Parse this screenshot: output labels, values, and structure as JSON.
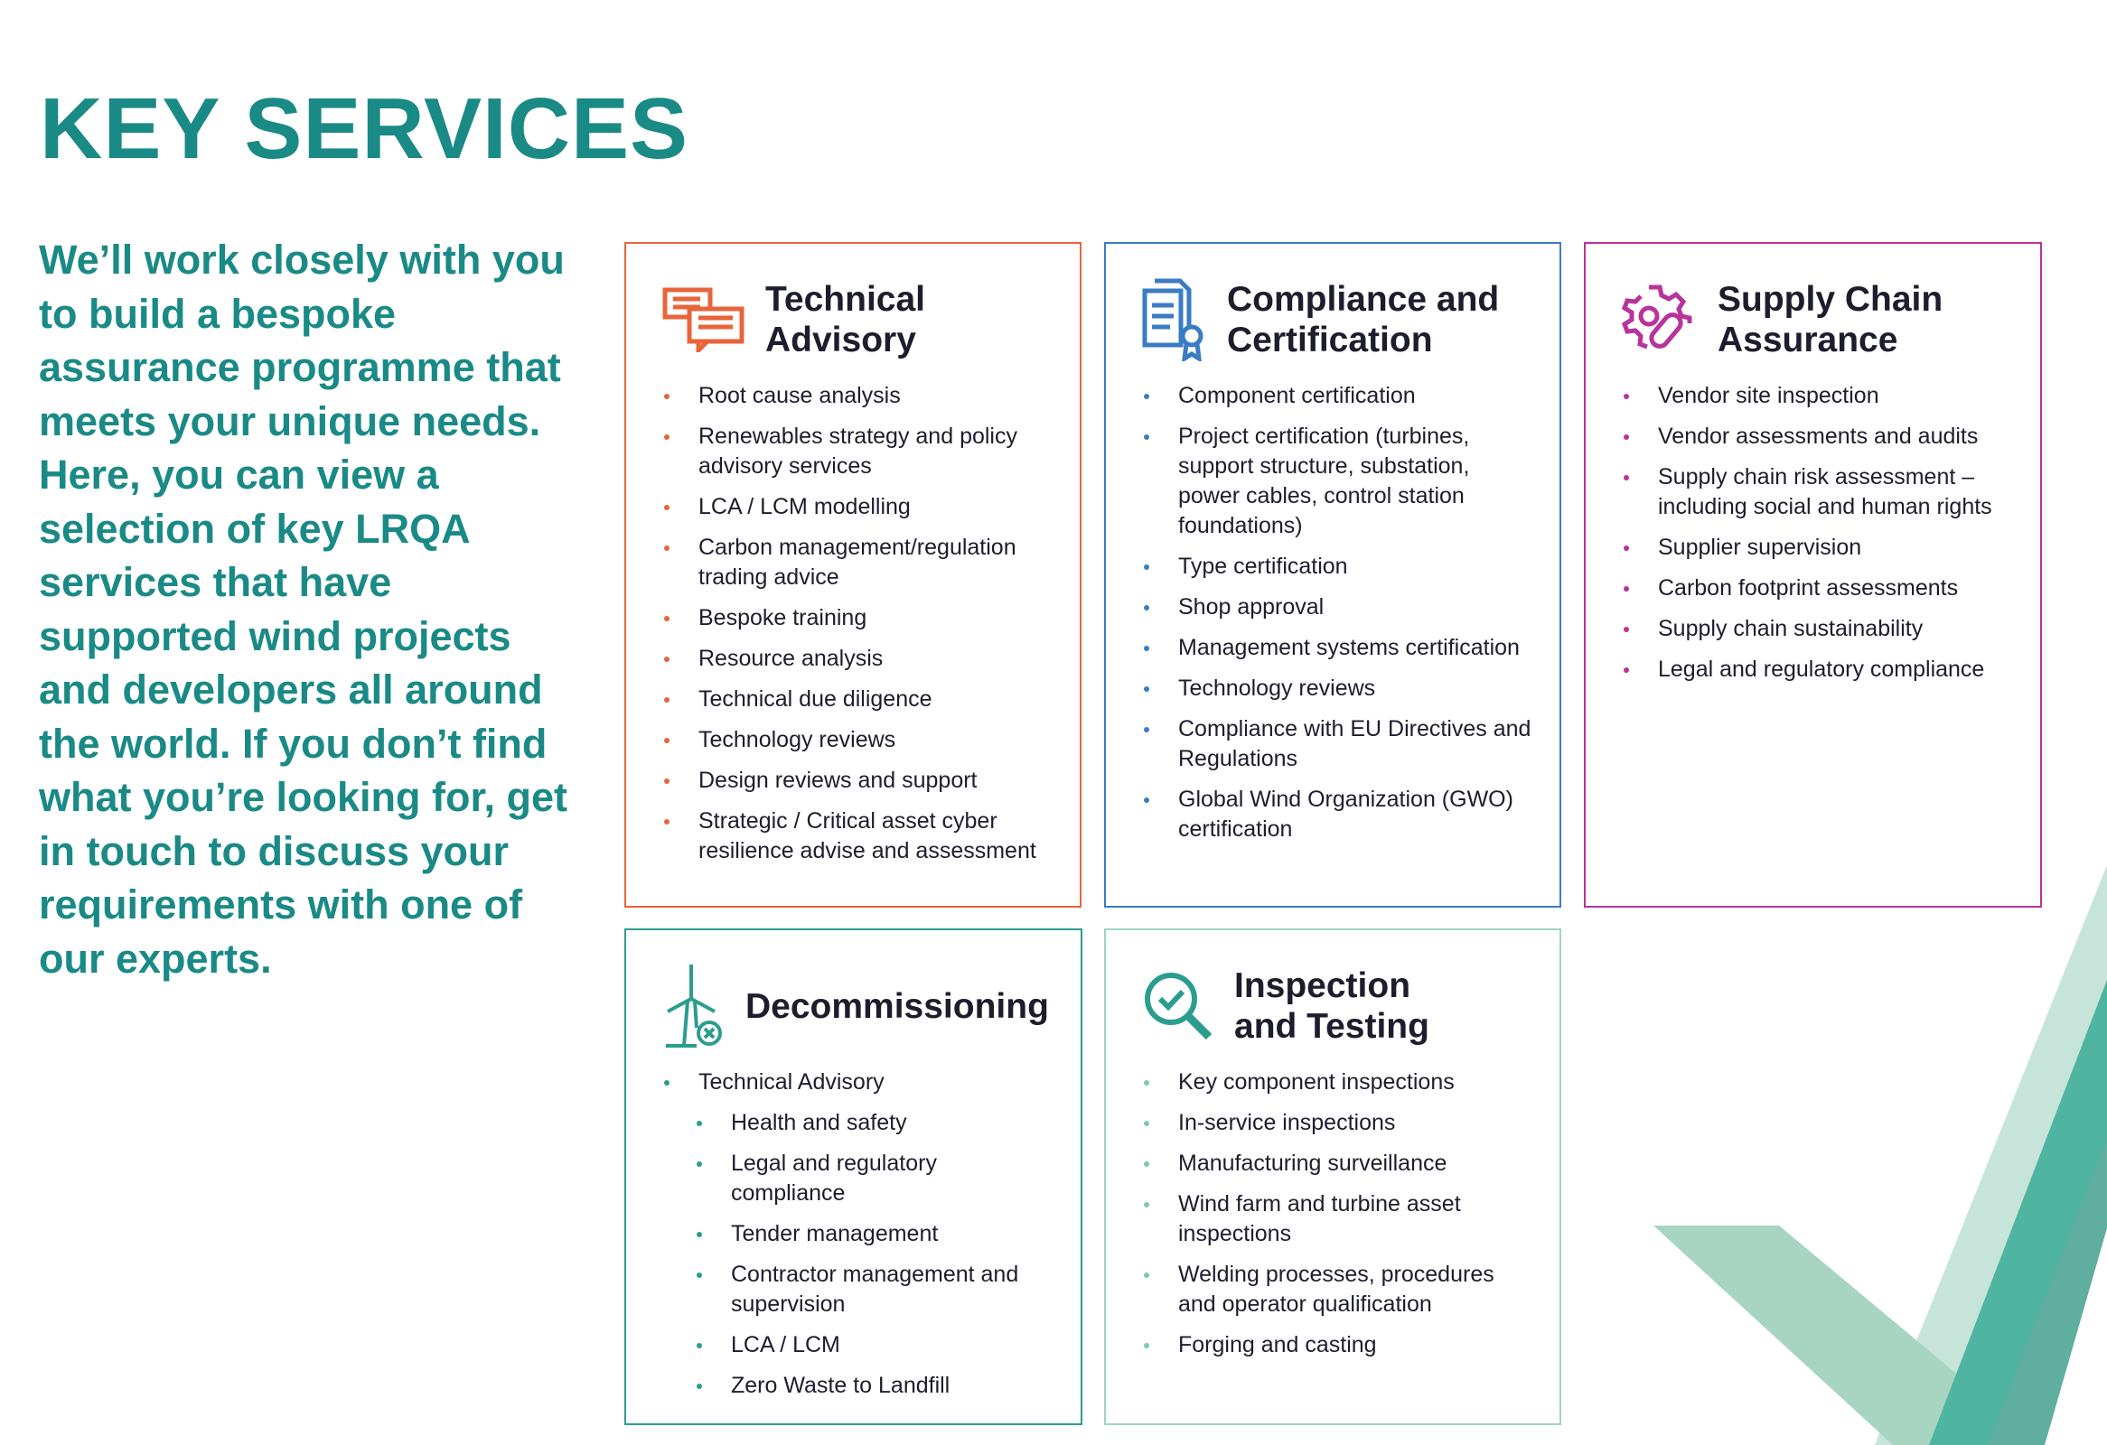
{
  "title": "KEY SERVICES",
  "intro": "We’ll work closely with you to build a bespoke assurance programme that meets your unique needs. Here, you can view a selection of key LRQA services that have supported wind projects and developers all around the world. If you don’t find what you’re looking for, get in touch to discuss your requirements with one of our experts.",
  "colors": {
    "brand": "#1a8a86",
    "technical": "#e8643a",
    "compliance": "#3a7cc3",
    "supply": "#b8339a",
    "decom": "#2a9d8f",
    "inspection": "#7fcaa8"
  },
  "services": [
    {
      "title": "Technical Advisory",
      "icon": "speech-bubbles-icon",
      "items": [
        "Root cause analysis",
        "Renewables strategy and policy advisory services",
        "LCA / LCM modelling",
        "Carbon management/regulation trading advice",
        "Bespoke training",
        "Resource analysis",
        "Technical due diligence",
        "Technology reviews",
        "Design reviews and support",
        "Strategic / Critical asset cyber resilience advise and assessment"
      ]
    },
    {
      "title": "Compliance and Certification",
      "icon": "certificate-document-icon",
      "items": [
        "Component certification",
        "Project certification (turbines, support structure, substation, power cables, control station foundations)",
        "Type certification",
        "Shop approval",
        "Management systems certification",
        "Technology reviews",
        "Compliance with EU Directives and Regulations",
        "Global Wind Organization (GWO) certification"
      ]
    },
    {
      "title": "Supply Chain Assurance",
      "icon": "gear-link-icon",
      "items": [
        "Vendor site inspection",
        "Vendor assessments and audits",
        "Supply chain risk assessment – including social and human rights",
        "Supplier supervision",
        "Carbon footprint assessments",
        "Supply chain sustainability",
        "Legal and regulatory compliance"
      ]
    },
    {
      "title": "Decommissioning",
      "icon": "wind-turbine-remove-icon",
      "items": [
        "Technical Advisory"
      ],
      "subitems": [
        "Health and safety",
        "Legal and regulatory compliance",
        "Tender management",
        "Contractor management and supervision",
        "LCA / LCM",
        "Zero Waste to Landfill"
      ]
    },
    {
      "title": "Inspection and Testing",
      "icon": "magnifier-check-icon",
      "items": [
        "Key component inspections",
        "In-service inspections",
        "Manufacturing surveillance",
        "Wind farm and turbine asset inspections",
        "Welding processes, procedures and operator qualification",
        "Forging and casting"
      ]
    }
  ]
}
